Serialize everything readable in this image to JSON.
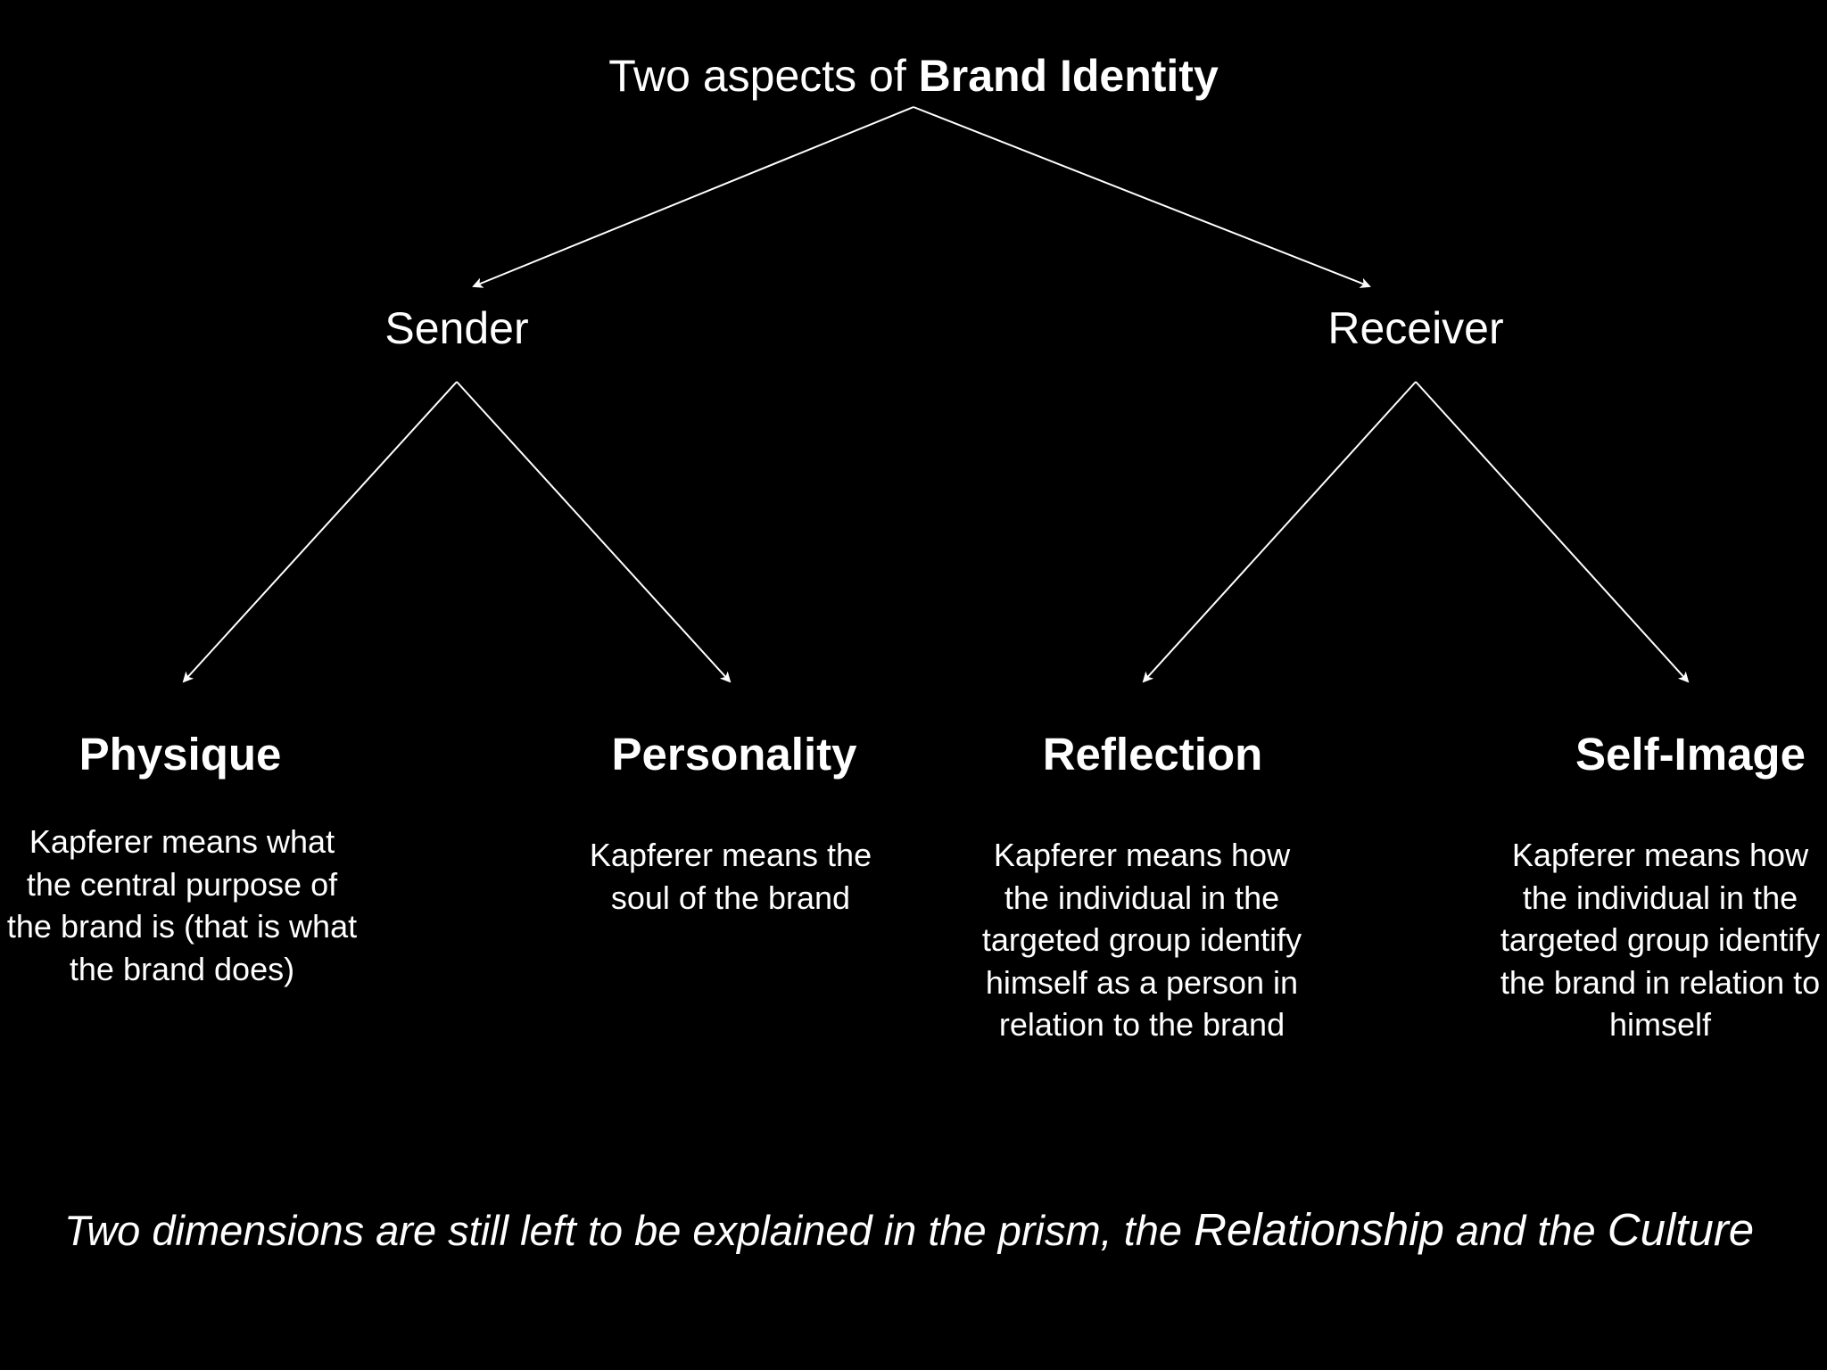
{
  "title": {
    "prefix": "Two aspects of ",
    "emphasis": "Brand Identity"
  },
  "aspects": [
    {
      "label": "Sender",
      "dimensions": [
        {
          "heading": "Physique",
          "description": "Kapferer means what the central purpose of the brand is (that is what the brand does)"
        },
        {
          "heading": "Personality",
          "description": "Kapferer means the soul of the brand"
        }
      ]
    },
    {
      "label": "Receiver",
      "dimensions": [
        {
          "heading": "Reflection",
          "description": "Kapferer means how the individual in the targeted group identify himself as a person in relation to the brand"
        },
        {
          "heading": "Self-Image",
          "description": "Kapferer means how the individual in the targeted group identify the brand in relation to himself"
        }
      ]
    }
  ],
  "footer": {
    "text_1": "Two dimensions are still left to be explained in the prism, the ",
    "term_1": "Relationship",
    "text_2": " and the ",
    "term_2": "Culture"
  },
  "colors": {
    "background": "#000000",
    "foreground": "#ffffff"
  }
}
